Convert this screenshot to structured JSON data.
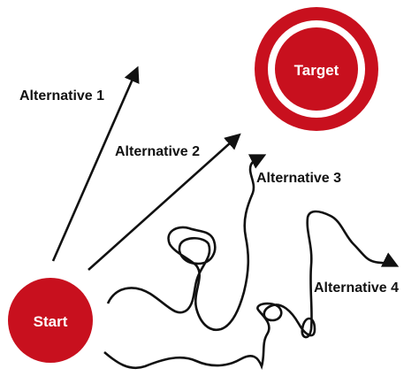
{
  "nodes": {
    "start": {
      "label": "Start"
    },
    "target": {
      "label": "Target"
    }
  },
  "alternatives": [
    {
      "id": "alt1",
      "label": "Alternative 1"
    },
    {
      "id": "alt2",
      "label": "Alternative 2"
    },
    {
      "id": "alt3",
      "label": "Alternative 3"
    },
    {
      "id": "alt4",
      "label": "Alternative 4"
    }
  ],
  "colors": {
    "node_fill": "#c8101e",
    "node_ring": "#ffffff",
    "path_stroke": "#111111",
    "label_color": "#111111"
  }
}
